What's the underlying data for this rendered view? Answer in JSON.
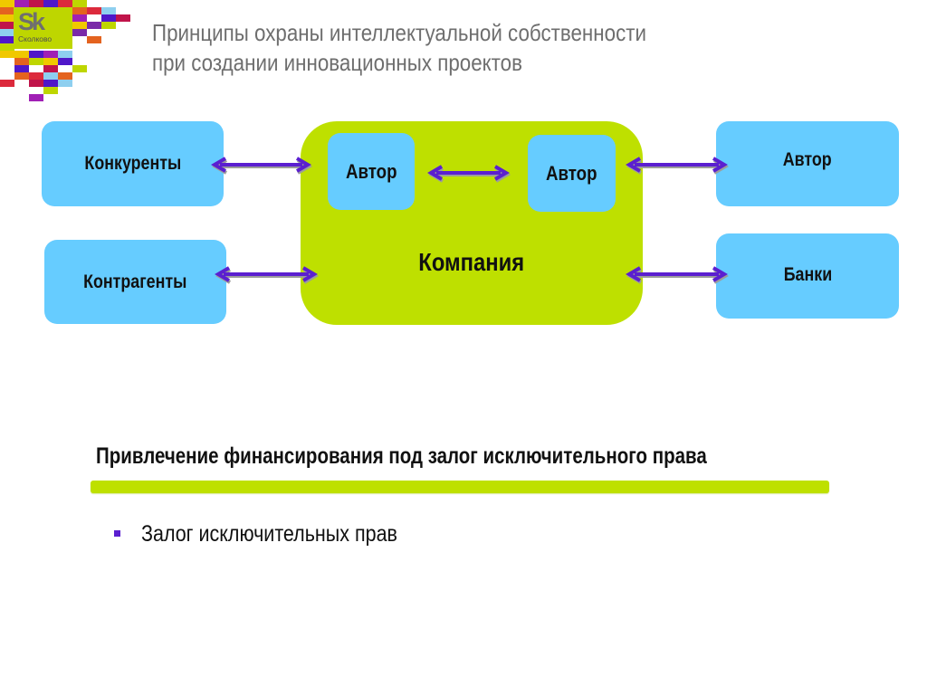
{
  "logo": {
    "mark": "Sk",
    "name": "Сколково",
    "colors": {
      "green": "#bed600",
      "orange": "#e4631f",
      "red": "#dc2a3c",
      "crimson": "#c0144a",
      "purple": "#7a2aa8",
      "violet": "#a01fb5",
      "indigo": "#4f17c9",
      "sky": "#8ecfef",
      "yellow": "#f0c800",
      "lime": "#bed600"
    }
  },
  "header": {
    "title_line1": "Принципы охраны интеллектуальной собственности",
    "title_line2": "при создании инновационных проектов"
  },
  "diagram": {
    "colors": {
      "box": "#66ccff",
      "company": "#bee000",
      "arrow": "#5b1fd0",
      "arrow_shadow": "#9c9c9c"
    },
    "left_boxes": [
      {
        "label": "Конкуренты"
      },
      {
        "label": "Контрагенты"
      }
    ],
    "company": {
      "label": "Компания",
      "inner_boxes": [
        {
          "label": "Автор"
        },
        {
          "label": "Автор"
        }
      ]
    },
    "right_boxes": [
      {
        "label": "Автор"
      },
      {
        "label": "Банки"
      }
    ],
    "connections": [
      {
        "from": "Конкуренты",
        "to": "Компания",
        "type": "bidirectional"
      },
      {
        "from": "Контрагенты",
        "to": "Компания",
        "type": "bidirectional"
      },
      {
        "from": "Автор",
        "to": "Автор",
        "type": "bidirectional"
      },
      {
        "from": "Компания",
        "to": "Автор",
        "type": "bidirectional"
      },
      {
        "from": "Компания",
        "to": "Банки",
        "type": "bidirectional"
      }
    ]
  },
  "section": {
    "title": "Привлечение финансирования под залог исключительного права",
    "bar_color": "#bee000",
    "bullets": [
      {
        "text": "Залог исключительных прав",
        "marker_color": "#5b1fd0"
      }
    ]
  }
}
